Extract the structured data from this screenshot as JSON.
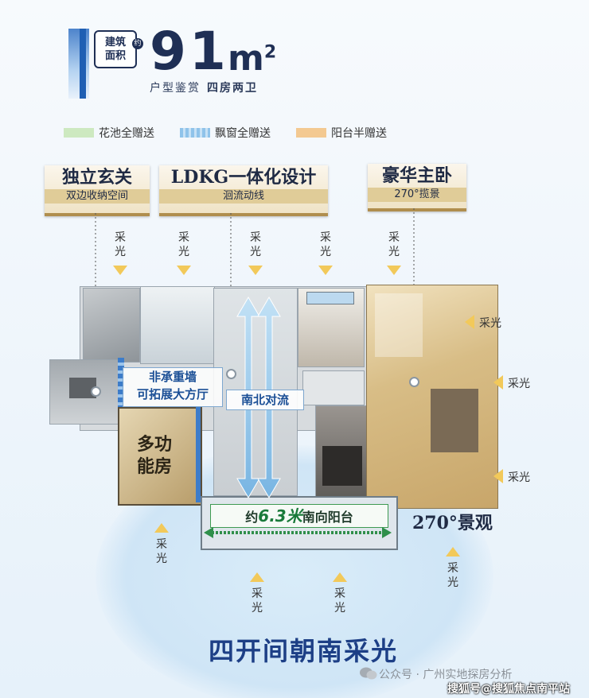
{
  "header": {
    "area_tag_line1": "建筑",
    "area_tag_line2": "面积",
    "area_tag_de": "约",
    "area_number": "91",
    "area_unit": "m",
    "area_unit_sup": "2",
    "subtitle_a": "户型鉴赏",
    "subtitle_b": "四房两卫"
  },
  "legend": [
    {
      "label": "花池全赠送",
      "color": "#cde9c0"
    },
    {
      "label": "飘窗全赠送",
      "color": "#8fc3ea"
    },
    {
      "label": "阳台半赠送",
      "color": "#f3c991"
    }
  ],
  "labels": {
    "entry_title": "独立玄关",
    "entry_sub": "双边收纳空间",
    "ldkg_title": "LDKG一体化设计",
    "ldkg_sub": "洄流动线",
    "master_title": "豪华主卧",
    "master_sub": "270°揽景"
  },
  "light_text": "采光",
  "plan": {
    "wall_note_1": "非承重墙",
    "wall_note_2": "可拓展大方厅",
    "airflow": "南北对流",
    "multi_room_1": "多功",
    "multi_room_2": "能房",
    "balcony_pre": "约",
    "balcony_num": "6.3米",
    "balcony_post": "南向阳台",
    "view_270": "270°景观"
  },
  "footer": {
    "slogan": "四开间朝南采光",
    "wechat": "公众号 · 广州实地探房分析",
    "watermark": "搜狐号@搜狐焦点南平站"
  }
}
